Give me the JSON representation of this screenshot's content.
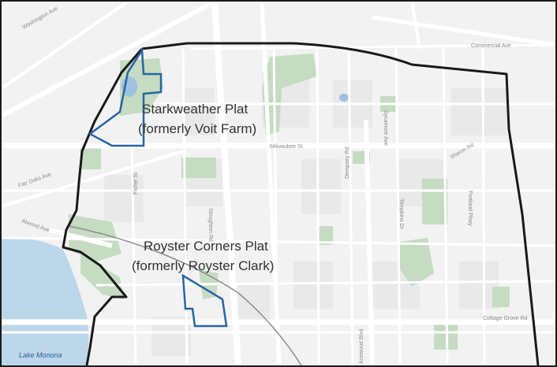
{
  "map": {
    "streets": {
      "commercial": "Commercial Ave",
      "milwaukee": "Milwaukee St",
      "fair_oaks": "Fair Oaks Ave",
      "fisher": "Fisher St",
      "atwood": "Atwood Ave",
      "cottage_grove": "Cottage Grove Rd",
      "stoughton": "Stoughton Rd",
      "acewood": "Acewood Blvd",
      "dempsey": "Dempsey Rd",
      "sycamore": "Sycamore Ave",
      "washington": "Washington Ave",
      "sharon": "Sharon Rd",
      "portland": "Portland Pkwy",
      "tompkins": "Tompkins Dr"
    },
    "labels": {
      "starkweather_line1": "Starkweather Plat",
      "starkweather_line2": "(formerly Voit Farm)",
      "royster_line1": "Royster Corners Plat",
      "royster_line2": "(formerly Royster Clark)",
      "lake": "Lake Monona"
    },
    "colors": {
      "background": "#f4f4f4",
      "road": "#ffffff",
      "park": "#c7dcc4",
      "water": "#bcd6ea",
      "boundary": "#1a1a1a",
      "plat": "#2a64a3",
      "text": "#333333"
    }
  }
}
